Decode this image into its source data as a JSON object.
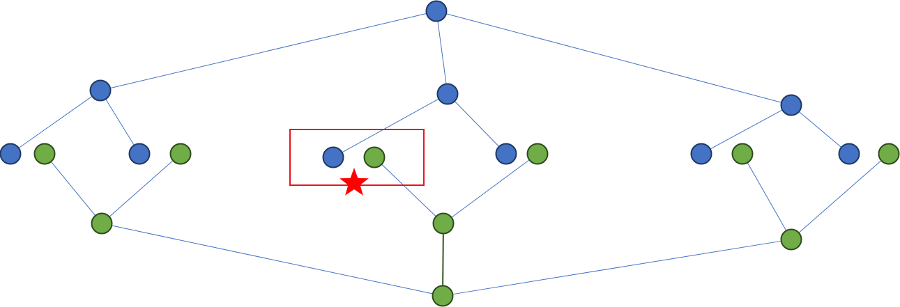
{
  "diagram": {
    "kind": "two opposing binary trees",
    "colors": {
      "blue_node_fill": "#4472C4",
      "blue_node_stroke": "#1F3864",
      "green_node_fill": "#70AD47",
      "green_node_stroke": "#2E4A1C",
      "edge": "#4472C4",
      "edge_dark": "#375623",
      "highlight_box": "#E8141B",
      "star": "#FF0000"
    },
    "blue_tree": {
      "root": "b-root",
      "levels": 3,
      "edges": [
        [
          "b-root",
          "b-l"
        ],
        [
          "b-root",
          "b-m"
        ],
        [
          "b-root",
          "b-r"
        ],
        [
          "b-l",
          "b-ll"
        ],
        [
          "b-l",
          "b-lr"
        ],
        [
          "b-m",
          "b-ml"
        ],
        [
          "b-m",
          "b-mr"
        ],
        [
          "b-r",
          "b-rl"
        ],
        [
          "b-r",
          "b-rr"
        ]
      ]
    },
    "green_tree": {
      "root": "g-root",
      "levels": 3,
      "edges": [
        [
          "g-root",
          "g-l"
        ],
        [
          "g-root",
          "g-m"
        ],
        [
          "g-root",
          "g-r"
        ],
        [
          "g-l",
          "g-ll"
        ],
        [
          "g-l",
          "g-lr"
        ],
        [
          "g-m",
          "g-ml"
        ],
        [
          "g-m",
          "g-mr"
        ],
        [
          "g-r",
          "g-rl"
        ],
        [
          "g-r",
          "g-rr"
        ]
      ],
      "dark_edges": [
        [
          "g-root",
          "g-m"
        ]
      ]
    },
    "highlight": {
      "nodes": [
        "b-ml",
        "g-ml"
      ],
      "marker": "star"
    }
  }
}
